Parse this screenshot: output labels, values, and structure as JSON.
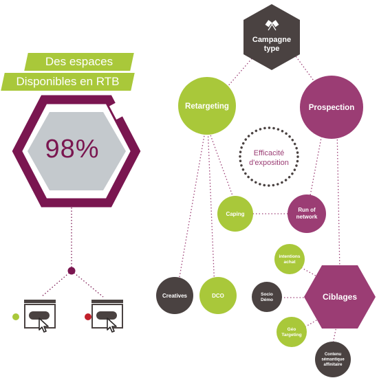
{
  "left_panel": {
    "banner_line1": "Des espaces",
    "banner_line2": "Disponibles en RTB",
    "percentage": "98%"
  },
  "nodes": {
    "campagne": "Campagne\ntype",
    "retargeting": "Retargeting",
    "prospection": "Prospection",
    "efficacite": "Efficacité\nd'exposition",
    "caping": "Caping",
    "run_of_network": "Run of\nnetwork",
    "creatives": "Creatives",
    "dco": "DCO",
    "intentions_achat": "intentions\nachat",
    "socio_demo": "Socio\nDémo",
    "ciblages": "Ciblages",
    "geo_targeting": "Géo\nTargeting",
    "contenu": "Contenu\nsémantique\naffinitaire"
  },
  "colors": {
    "purple_dark": "#7a1650",
    "purple": "#9b3d74",
    "green": "#a9c83a",
    "grey_dark": "#4a4241",
    "grey_hex": "#c4c9cd",
    "dot_red": "#c1202a"
  },
  "icons": [
    "flags-icon",
    "ad-window-icon",
    "cursor-icon"
  ]
}
